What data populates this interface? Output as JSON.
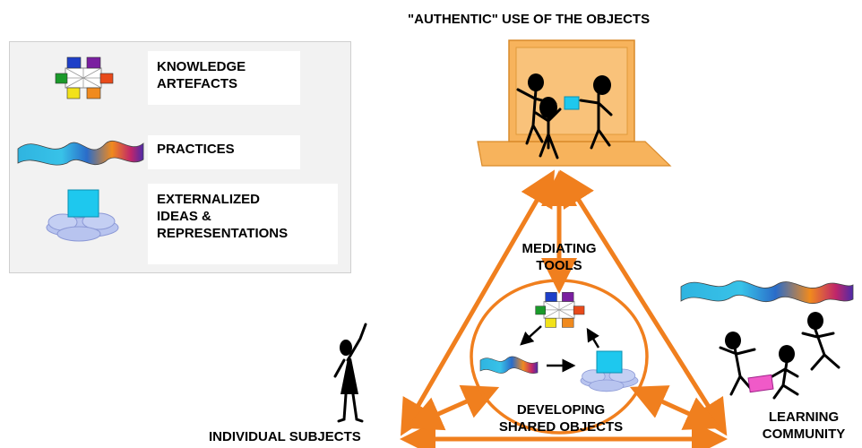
{
  "top_label": "\"AUTHENTIC\" USE OF THE OBJECTS",
  "legend": {
    "knowledge": [
      "KNOWLEDGE",
      "ARTEFACTS"
    ],
    "practices": [
      "PRACTICES"
    ],
    "externalized": [
      "EXTERNALIZED",
      "IDEAS &",
      "REPRESENTATIONS"
    ]
  },
  "mediating": [
    "MEDIATING",
    "TOOLS"
  ],
  "developing": [
    "DEVELOPING",
    "SHARED OBJECTS"
  ],
  "individual": "INDIVIDUAL SUBJECTS",
  "community": [
    "LEARNING",
    "COMMUNITY"
  ],
  "colors": {
    "arrow": "#f07f1e",
    "screen": "#f7b35c",
    "blue_square": "#1ec8ee",
    "cloud": "#b8c4ef"
  },
  "icons": {
    "knowledge": "knowledge-network-icon",
    "practices": "wave-ribbon-icon",
    "externalized": "cloud-square-icon",
    "scene": "people-at-computer-icon",
    "individual": "pointing-person-icon",
    "community": "group-people-icon"
  }
}
